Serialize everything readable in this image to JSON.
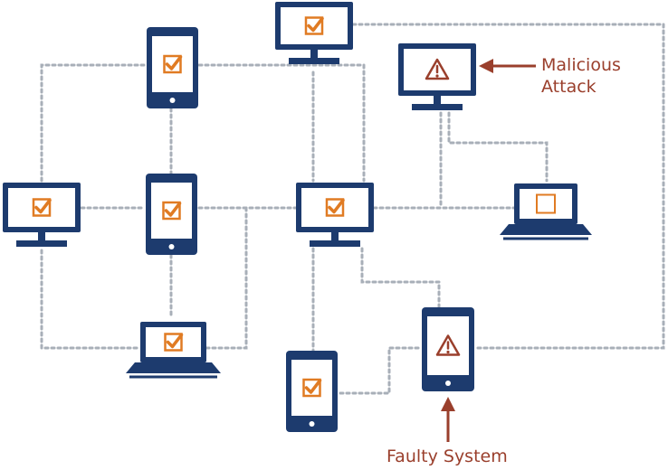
{
  "colors": {
    "device": "#1d3b6e",
    "check": "#e07b23",
    "link": "#a8afb8",
    "alert": "#9a3f2c",
    "screen": "#ffffff"
  },
  "icons": {
    "healthy": "checkmark-icon",
    "compromised": "warning-icon",
    "idle": "empty-box-icon"
  },
  "labels": {
    "malicious_line1": "Malicious",
    "malicious_line2": "Attack",
    "faulty": "Faulty System"
  },
  "nodes": [
    {
      "id": "monitor-top",
      "kind": "monitor",
      "status": "ok"
    },
    {
      "id": "phone-top-left",
      "kind": "phone",
      "status": "ok"
    },
    {
      "id": "monitor-malicious",
      "kind": "monitor",
      "status": "warning"
    },
    {
      "id": "monitor-left",
      "kind": "monitor",
      "status": "ok"
    },
    {
      "id": "phone-center-left",
      "kind": "phone",
      "status": "ok"
    },
    {
      "id": "monitor-center",
      "kind": "monitor",
      "status": "ok"
    },
    {
      "id": "laptop-right",
      "kind": "laptop",
      "status": "empty"
    },
    {
      "id": "laptop-bottom-left",
      "kind": "laptop",
      "status": "ok"
    },
    {
      "id": "phone-bottom",
      "kind": "phone",
      "status": "ok"
    },
    {
      "id": "phone-faulty",
      "kind": "phone",
      "status": "warning"
    }
  ]
}
